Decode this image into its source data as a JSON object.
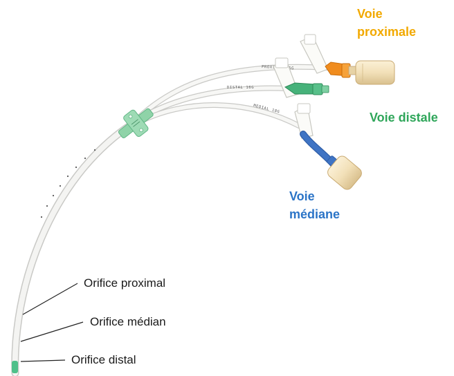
{
  "labels": {
    "proximal_port": {
      "line1": "Voie",
      "line2": "proximale",
      "color": "#f2a900"
    },
    "distal_port": {
      "text": "Voie distale",
      "color": "#2fa65a"
    },
    "medial_port": {
      "line1": "Voie",
      "line2": "médiane",
      "color": "#2b74c7"
    }
  },
  "orifices": {
    "proximal": "Orifice proximal",
    "medial": "Orifice médian",
    "distal": "Orifice distal"
  },
  "tube_markings": {
    "proximal": "PROXIMAL 16G",
    "distal": "DISTAL 16G",
    "medial": "MEDIAL 18G"
  },
  "colors": {
    "catheter": "#f4f4f2",
    "hub": "#8fd3a8",
    "proximal_connector": "#f08c1e",
    "distal_connector": "#46b27a",
    "medial_connector": "#3f74c4",
    "luer_cap": "#f2e0b8",
    "tip": "#4fc08a"
  }
}
